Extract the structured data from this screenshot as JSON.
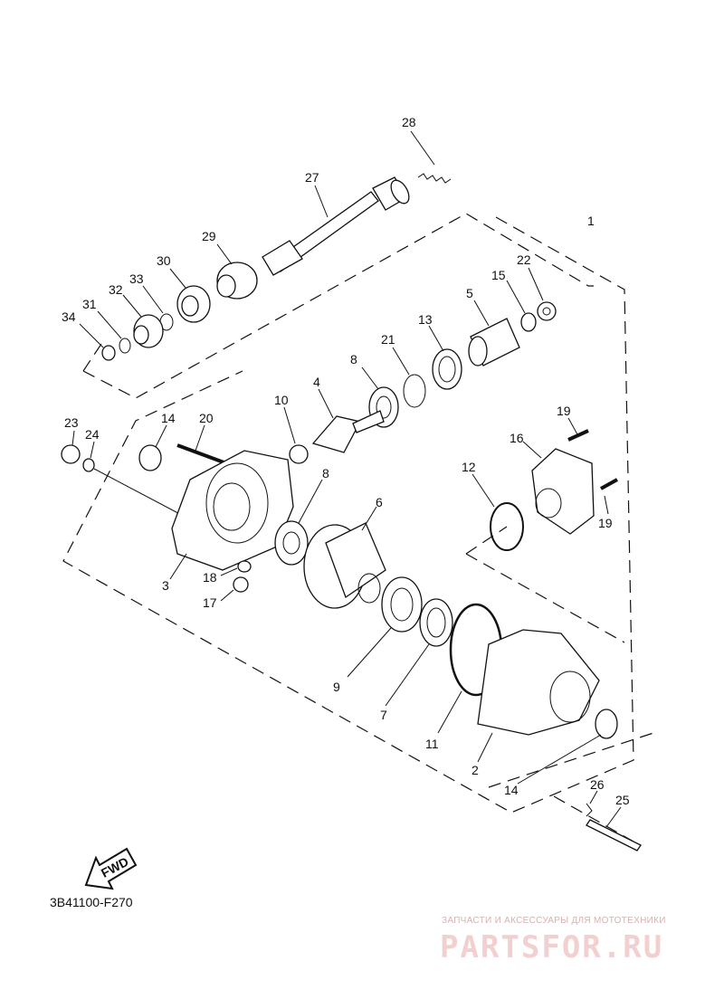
{
  "diagram": {
    "code": "3B41100-F270",
    "fwd_label": "FWD",
    "callouts": [
      {
        "id": "c1",
        "text": "1"
      },
      {
        "id": "c2",
        "text": "2"
      },
      {
        "id": "c3",
        "text": "3"
      },
      {
        "id": "c4",
        "text": "4"
      },
      {
        "id": "c5",
        "text": "5"
      },
      {
        "id": "c6",
        "text": "6"
      },
      {
        "id": "c7",
        "text": "7"
      },
      {
        "id": "c8a",
        "text": "8"
      },
      {
        "id": "c8b",
        "text": "8"
      },
      {
        "id": "c9",
        "text": "9"
      },
      {
        "id": "c10",
        "text": "10"
      },
      {
        "id": "c11",
        "text": "11"
      },
      {
        "id": "c12",
        "text": "12"
      },
      {
        "id": "c13",
        "text": "13"
      },
      {
        "id": "c14a",
        "text": "14"
      },
      {
        "id": "c14b",
        "text": "14"
      },
      {
        "id": "c15",
        "text": "15"
      },
      {
        "id": "c16",
        "text": "16"
      },
      {
        "id": "c17",
        "text": "17"
      },
      {
        "id": "c18",
        "text": "18"
      },
      {
        "id": "c19a",
        "text": "19"
      },
      {
        "id": "c19b",
        "text": "19"
      },
      {
        "id": "c20",
        "text": "20"
      },
      {
        "id": "c21",
        "text": "21"
      },
      {
        "id": "c22",
        "text": "22"
      },
      {
        "id": "c23",
        "text": "23"
      },
      {
        "id": "c24",
        "text": "24"
      },
      {
        "id": "c25",
        "text": "25"
      },
      {
        "id": "c26",
        "text": "26"
      },
      {
        "id": "c27",
        "text": "27"
      },
      {
        "id": "c28",
        "text": "28"
      },
      {
        "id": "c29",
        "text": "29"
      },
      {
        "id": "c30",
        "text": "30"
      },
      {
        "id": "c31",
        "text": "31"
      },
      {
        "id": "c32",
        "text": "32"
      },
      {
        "id": "c33",
        "text": "33"
      },
      {
        "id": "c34",
        "text": "34"
      }
    ]
  },
  "watermark": {
    "subtitle": "ЗАПЧАСТИ И АКСЕССУАРЫ ДЛЯ МОТОТЕХНИКИ",
    "brand": "PARTSFOR.RU",
    "color": "#e8b4b4"
  }
}
